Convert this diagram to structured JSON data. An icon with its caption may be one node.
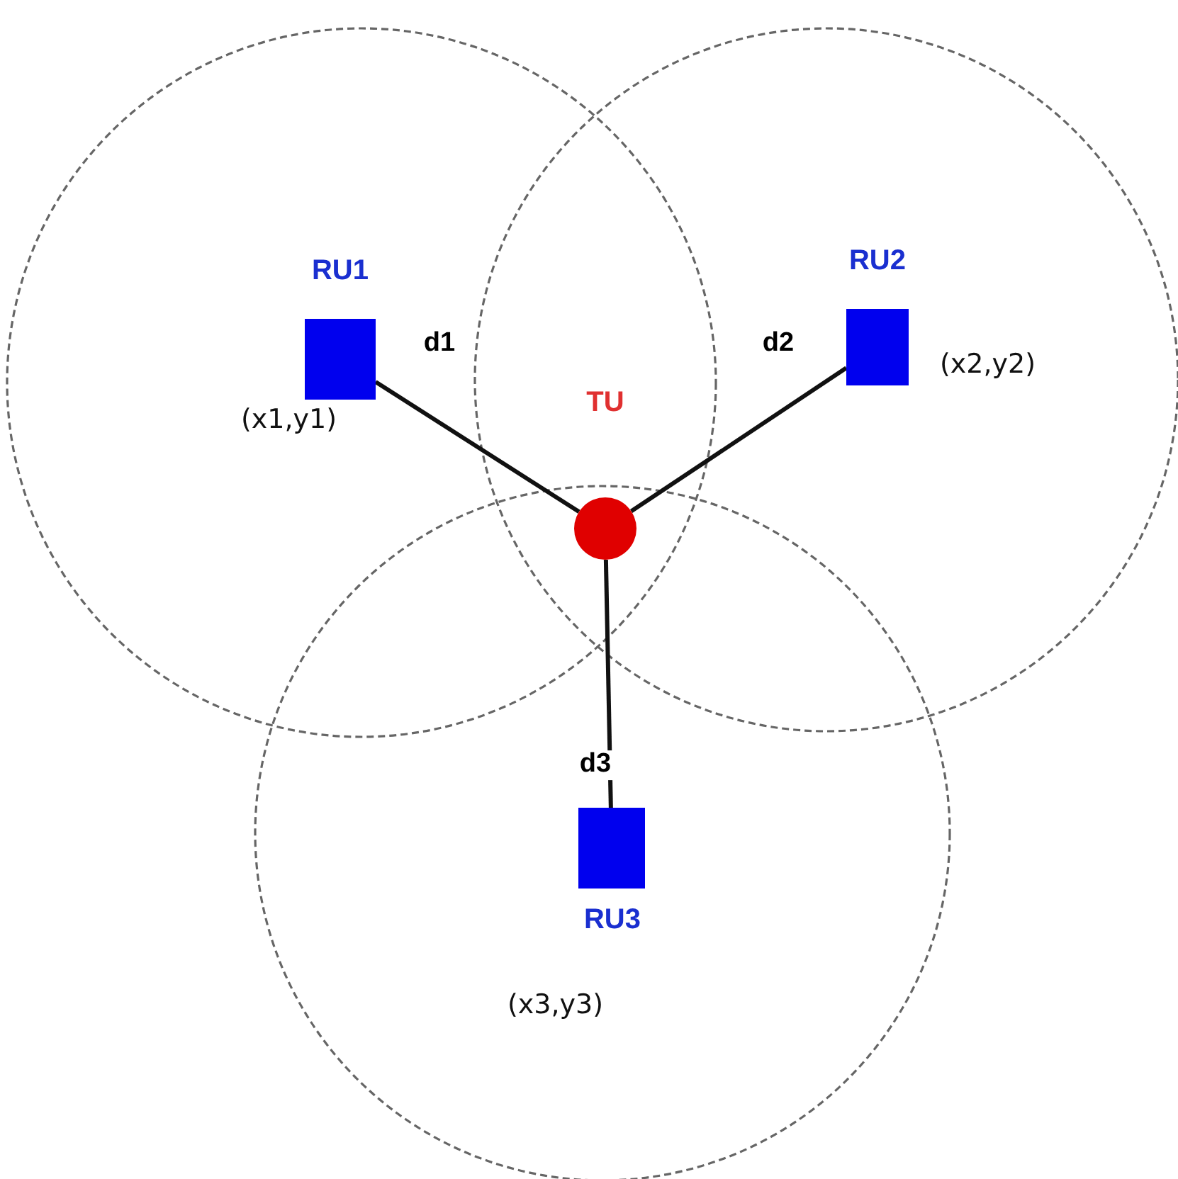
{
  "diagram": {
    "nodes": [
      {
        "text": [
          "RU1"
        ],
        "beside": [
          "(x1,y1)"
        ]
      },
      {
        "text": [
          "RU2"
        ],
        "beside": [
          "(x2,y2)"
        ]
      },
      {
        "text": [
          "TU"
        ]
      },
      {
        "text": [
          "RU3"
        ],
        "beside": [
          "(x3,y3)"
        ]
      }
    ],
    "edges": [
      {
        "from": 0,
        "to": 2,
        "arrow": "none",
        "label": "d1"
      },
      {
        "from": 1,
        "to": 2,
        "arrow": "none",
        "label": "d2"
      },
      {
        "from": 3,
        "to": 2,
        "arrow": "none",
        "label": "d3"
      }
    ]
  }
}
